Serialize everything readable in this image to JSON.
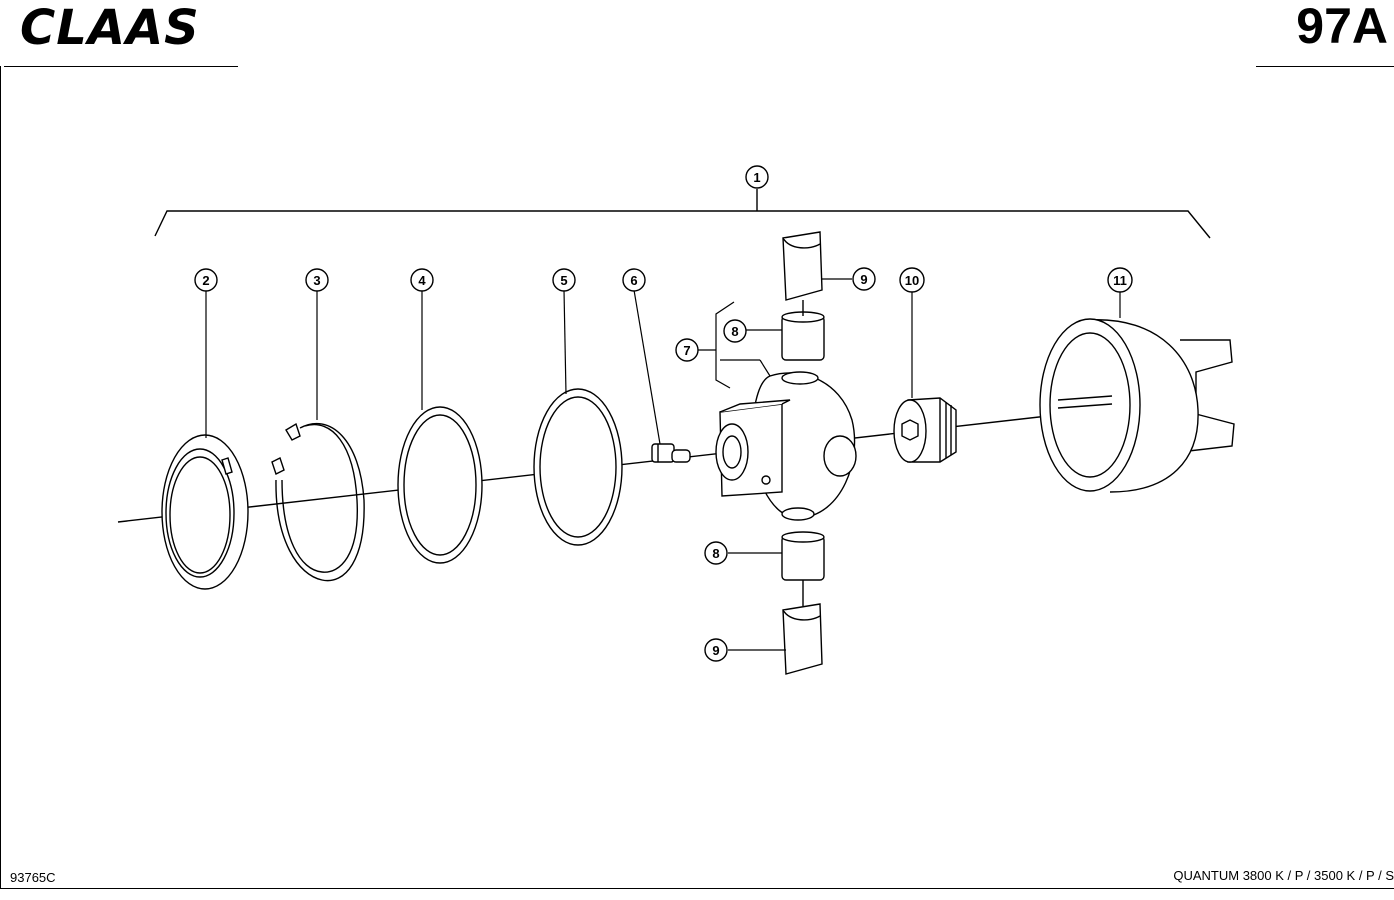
{
  "header": {
    "logo_text": "CLAAS",
    "page_number": "97A"
  },
  "footer": {
    "drawing_code": "93765C",
    "model_text": "QUANTUM 3800 K / P / 3500 K / P / S"
  },
  "callouts": {
    "c1": "1",
    "c2": "2",
    "c3": "3",
    "c4": "4",
    "c5": "5",
    "c6": "6",
    "c7": "7",
    "c8a": "8",
    "c8b": "8",
    "c9a": "9",
    "c9b": "9",
    "c10": "10",
    "c11": "11"
  }
}
